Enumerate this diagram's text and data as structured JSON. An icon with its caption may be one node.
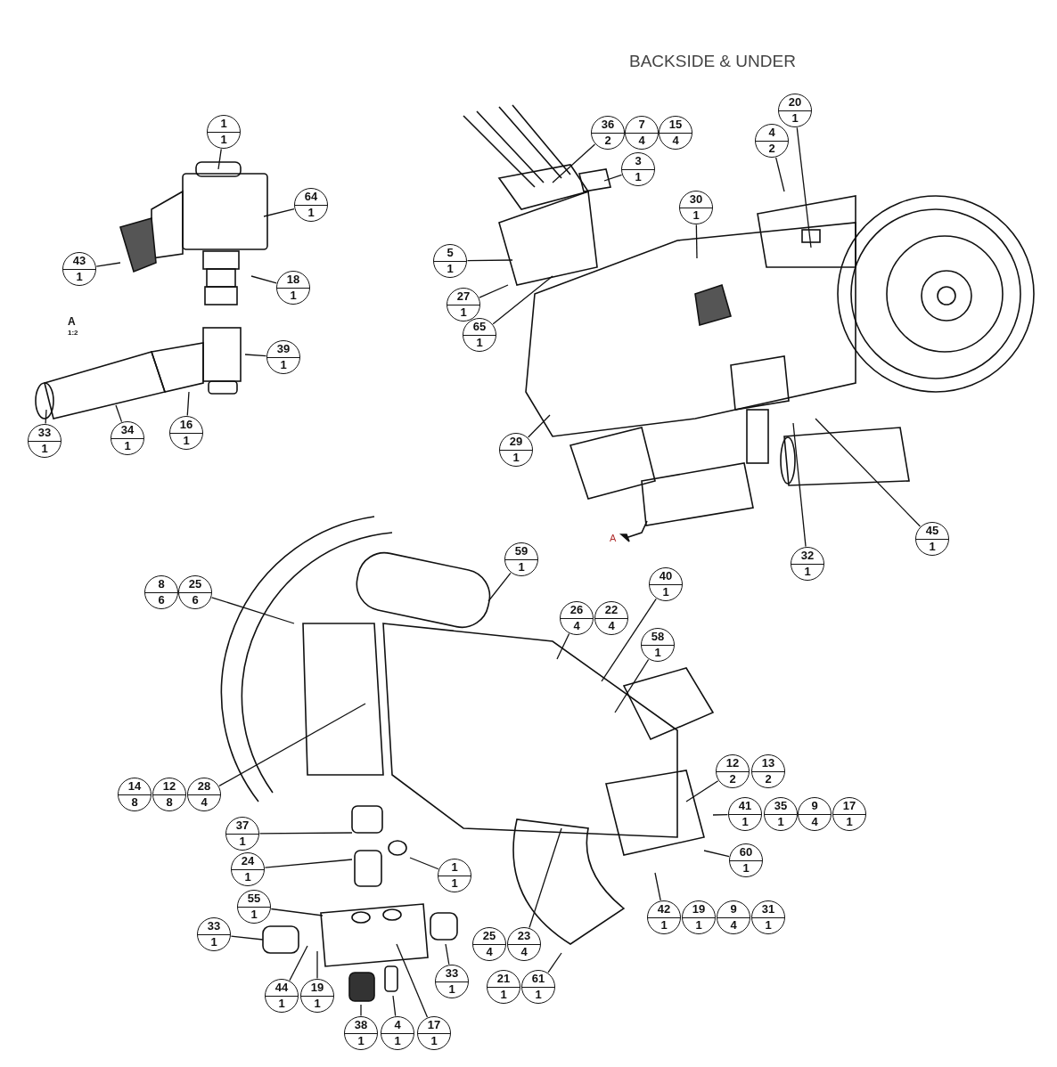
{
  "diagram": {
    "title": "BACKSIDE & UNDER",
    "nodes": [
      {
        "text": [
          "1",
          "1"
        ]
      },
      {
        "text": [
          "64",
          "1"
        ]
      },
      {
        "text": [
          "43",
          "1"
        ]
      },
      {
        "text": [
          "18",
          "1"
        ]
      },
      {
        "text": [
          "39",
          "1"
        ]
      },
      {
        "text": [
          "33",
          "1"
        ]
      },
      {
        "text": [
          "34",
          "1"
        ]
      },
      {
        "text": [
          "16",
          "1"
        ]
      },
      {
        "text": [
          "36",
          "2"
        ]
      },
      {
        "text": [
          "7",
          "4"
        ]
      },
      {
        "text": [
          "15",
          "4"
        ]
      },
      {
        "text": [
          "3",
          "1"
        ]
      },
      {
        "text": [
          "20",
          "1"
        ]
      },
      {
        "text": [
          "4",
          "2"
        ]
      },
      {
        "text": [
          "30",
          "1"
        ]
      },
      {
        "text": [
          "5",
          "1"
        ]
      },
      {
        "text": [
          "27",
          "1"
        ]
      },
      {
        "text": [
          "65",
          "1"
        ]
      },
      {
        "text": [
          "29",
          "1"
        ]
      },
      {
        "text": [
          "32",
          "1"
        ]
      },
      {
        "text": [
          "45",
          "1"
        ]
      },
      {
        "text": [
          "8",
          "6"
        ]
      },
      {
        "text": [
          "25",
          "6"
        ]
      },
      {
        "text": [
          "59",
          "1"
        ]
      },
      {
        "text": [
          "26",
          "4"
        ]
      },
      {
        "text": [
          "22",
          "4"
        ]
      },
      {
        "text": [
          "40",
          "1"
        ]
      },
      {
        "text": [
          "58",
          "1"
        ]
      },
      {
        "text": [
          "14",
          "8"
        ]
      },
      {
        "text": [
          "12",
          "8"
        ]
      },
      {
        "text": [
          "28",
          "4"
        ]
      },
      {
        "text": [
          "12",
          "2"
        ]
      },
      {
        "text": [
          "13",
          "2"
        ]
      },
      {
        "text": [
          "41",
          "1"
        ]
      },
      {
        "text": [
          "35",
          "1"
        ]
      },
      {
        "text": [
          "9",
          "4"
        ]
      },
      {
        "text": [
          "17",
          "1"
        ]
      },
      {
        "text": [
          "60",
          "1"
        ]
      },
      {
        "text": [
          "42",
          "1"
        ]
      },
      {
        "text": [
          "19",
          "1"
        ]
      },
      {
        "text": [
          "9",
          "4"
        ]
      },
      {
        "text": [
          "31",
          "1"
        ]
      },
      {
        "text": [
          "37",
          "1"
        ]
      },
      {
        "text": [
          "24",
          "1"
        ]
      },
      {
        "text": [
          "1",
          "1"
        ]
      },
      {
        "text": [
          "55",
          "1"
        ]
      },
      {
        "text": [
          "33",
          "1"
        ]
      },
      {
        "text": [
          "25",
          "4"
        ]
      },
      {
        "text": [
          "23",
          "4"
        ]
      },
      {
        "text": [
          "33",
          "1"
        ]
      },
      {
        "text": [
          "44",
          "1"
        ]
      },
      {
        "text": [
          "19",
          "1"
        ]
      },
      {
        "text": [
          "21",
          "1"
        ]
      },
      {
        "text": [
          "61",
          "1"
        ]
      },
      {
        "text": [
          "38",
          "1"
        ]
      },
      {
        "text": [
          "4",
          "1"
        ]
      },
      {
        "text": [
          "17",
          "1"
        ]
      }
    ],
    "edges": [
      {
        "from": 0,
        "to": null,
        "arrow": "none"
      },
      {
        "from": 1,
        "to": null,
        "arrow": "none"
      },
      {
        "from": 2,
        "to": null,
        "arrow": "none"
      },
      {
        "from": 3,
        "to": null,
        "arrow": "none"
      },
      {
        "from": 4,
        "to": null,
        "arrow": "none"
      },
      {
        "from": 5,
        "to": null,
        "arrow": "none"
      },
      {
        "from": 6,
        "to": null,
        "arrow": "none"
      },
      {
        "from": 7,
        "to": null,
        "arrow": "none"
      },
      {
        "from": 8,
        "to": null,
        "arrow": "none"
      },
      {
        "from": 11,
        "to": null,
        "arrow": "none"
      },
      {
        "from": 12,
        "to": null,
        "arrow": "none"
      },
      {
        "from": 13,
        "to": null,
        "arrow": "none"
      },
      {
        "from": 14,
        "to": null,
        "arrow": "none"
      },
      {
        "from": 15,
        "to": null,
        "arrow": "none"
      },
      {
        "from": 16,
        "to": null,
        "arrow": "none"
      },
      {
        "from": 17,
        "to": null,
        "arrow": "none"
      },
      {
        "from": 18,
        "to": null,
        "arrow": "none"
      },
      {
        "from": 19,
        "to": null,
        "arrow": "none"
      },
      {
        "from": 20,
        "to": null,
        "arrow": "none"
      },
      {
        "from": 22,
        "to": null,
        "arrow": "none"
      },
      {
        "from": 23,
        "to": null,
        "arrow": "none"
      },
      {
        "from": 24,
        "to": null,
        "arrow": "none"
      },
      {
        "from": 26,
        "to": null,
        "arrow": "none"
      },
      {
        "from": 27,
        "to": null,
        "arrow": "none"
      },
      {
        "from": 30,
        "to": null,
        "arrow": "none"
      },
      {
        "from": 31,
        "to": null,
        "arrow": "none"
      },
      {
        "from": 33,
        "to": null,
        "arrow": "none"
      },
      {
        "from": 37,
        "to": null,
        "arrow": "none"
      },
      {
        "from": 38,
        "to": null,
        "arrow": "none"
      },
      {
        "from": 42,
        "to": null,
        "arrow": "none"
      },
      {
        "from": 43,
        "to": null,
        "arrow": "none"
      },
      {
        "from": 44,
        "to": null,
        "arrow": "none"
      },
      {
        "from": 45,
        "to": null,
        "arrow": "none"
      },
      {
        "from": 46,
        "to": null,
        "arrow": "none"
      },
      {
        "from": 48,
        "to": null,
        "arrow": "none"
      },
      {
        "from": 49,
        "to": null,
        "arrow": "none"
      },
      {
        "from": 50,
        "to": null,
        "arrow": "none"
      },
      {
        "from": 51,
        "to": null,
        "arrow": "none"
      },
      {
        "from": 53,
        "to": null,
        "arrow": "none"
      },
      {
        "from": 54,
        "to": null,
        "arrow": "none"
      },
      {
        "from": 55,
        "to": null,
        "arrow": "none"
      },
      {
        "from": 56,
        "to": null,
        "arrow": "none"
      }
    ],
    "labels": [
      "A",
      "1:2",
      "A"
    ]
  }
}
